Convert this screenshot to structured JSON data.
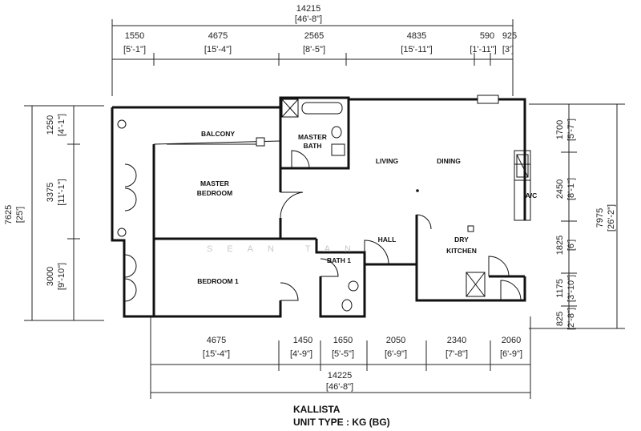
{
  "top_dims": {
    "overall_mm": "14215",
    "overall_ft": "[46'-8\"]",
    "segments": [
      {
        "mm": "1550",
        "ft": "[5'-1\"]"
      },
      {
        "mm": "4675",
        "ft": "[15'-4\"]"
      },
      {
        "mm": "2565",
        "ft": "[8'-5\"]"
      },
      {
        "mm": "4835",
        "ft": "[15'-11\"]"
      },
      {
        "mm": "590",
        "ft": "[1'-11\"]"
      },
      {
        "mm": "925",
        "ft": "[3']"
      }
    ]
  },
  "bottom_dims": {
    "overall_mm": "14225",
    "overall_ft": "[46'-8\"]",
    "segments": [
      {
        "mm": "4675",
        "ft": "[15'-4\"]"
      },
      {
        "mm": "1450",
        "ft": "[4'-9\"]"
      },
      {
        "mm": "1650",
        "ft": "[5'-5\"]"
      },
      {
        "mm": "2050",
        "ft": "[6'-9\"]"
      },
      {
        "mm": "2340",
        "ft": "[7'-8\"]"
      },
      {
        "mm": "2060",
        "ft": "[6'-9\"]"
      }
    ]
  },
  "left_dims": {
    "overall_mm": "7625",
    "overall_ft": "[25']",
    "segments": [
      {
        "mm": "1250",
        "ft": "[4'-1\"]"
      },
      {
        "mm": "3375",
        "ft": "[11'-1\"]"
      },
      {
        "mm": "3000",
        "ft": "[9'-10\"]"
      }
    ]
  },
  "right_dims": {
    "overall_mm": "7975",
    "overall_ft": "[26'-2\"]",
    "segments": [
      {
        "mm": "1700",
        "ft": "[5'-7\"]"
      },
      {
        "mm": "2450",
        "ft": "[8'-1\"]"
      },
      {
        "mm": "1825",
        "ft": "[6']"
      },
      {
        "mm": "1175",
        "ft": "[3'-10\"]"
      },
      {
        "mm": "825",
        "ft": "[2'-8\"]"
      }
    ]
  },
  "rooms": {
    "balcony": "BALCONY",
    "master_bath_1": "MASTER",
    "master_bath_2": "BATH",
    "living": "LIVING",
    "dining": "DINING",
    "master_bed_1": "MASTER",
    "master_bed_2": "BEDROOM",
    "ac": "A/C",
    "hall": "HALL",
    "dry_kitchen_1": "DRY",
    "dry_kitchen_2": "KITCHEN",
    "bath1": "BATH 1",
    "bedroom1": "BEDROOM 1"
  },
  "watermark": "SEAN TAN",
  "footer": {
    "name": "KALLISTA",
    "unit_type": "UNIT TYPE : KG (BG)"
  }
}
